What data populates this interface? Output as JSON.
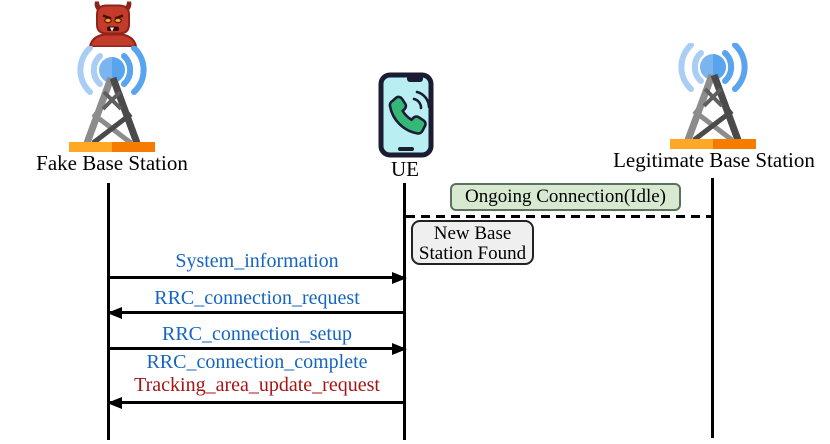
{
  "diagram_type": "protocol-sequence-diagram",
  "actors": {
    "fake_bs": {
      "label": "Fake Base Station",
      "icons": [
        "devil-icon",
        "radio-tower-icon"
      ]
    },
    "ue": {
      "label": "UE",
      "icons": [
        "phone-call-icon"
      ]
    },
    "legit_bs": {
      "label": "Legitimate Base Station",
      "icons": [
        "radio-tower-icon"
      ]
    }
  },
  "notes": {
    "ongoing": "Ongoing Connection(Idle)",
    "new_bs_line1": "New Base",
    "new_bs_line2": "Station Found"
  },
  "messages": [
    {
      "label": "System_information",
      "from": "fake_bs",
      "to": "ue",
      "color": "#1565c0",
      "has_arrow": true
    },
    {
      "label": "RRC_connection_request",
      "from": "ue",
      "to": "fake_bs",
      "color": "#1565c0",
      "has_arrow": true
    },
    {
      "label": "RRC_connection_setup",
      "from": "fake_bs",
      "to": "ue",
      "color": "#1565c0",
      "has_arrow": true
    },
    {
      "label": "RRC_connection_complete",
      "from": "ue",
      "to": "fake_bs",
      "color": "#1565c0",
      "has_arrow": false
    },
    {
      "label": "Tracking_area_update_request",
      "from": "ue",
      "to": "fake_bs",
      "color": "#a31515",
      "has_arrow": true
    }
  ],
  "colors": {
    "message_blue": "#1565c0",
    "message_red": "#a31515",
    "note_green_bg": "#d8e9d2",
    "note_green_border": "#5c715c",
    "note_gray_bg": "#efefef",
    "lifeline_black": "#000000",
    "signal_blue_light": "#a9cdf5",
    "signal_blue": "#58a4ee",
    "circle_blue_light": "#7ab5f0",
    "tower_gray_light": "#8c8c8c",
    "tower_gray_mid": "#5f5f5f",
    "tower_gray_dark": "#4a4a4a",
    "tower_base_orange_light": "#ffa826",
    "tower_base_orange_dark": "#f57c00",
    "devil_red": "#c23b2b",
    "devil_dark_red": "#8f2318",
    "devil_eye_yellow": "#f2a71b",
    "phone_outline_navy": "#1b1b33",
    "phone_screen_cyan": "#b9eef2",
    "handset_green": "#35b877"
  }
}
